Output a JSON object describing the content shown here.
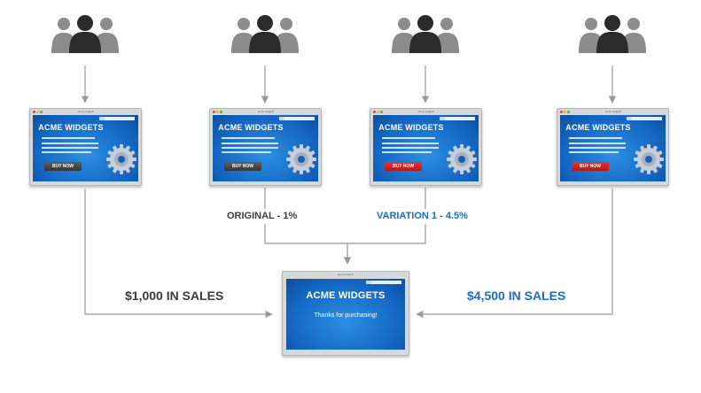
{
  "brand_name": "ACME WIDGETS",
  "address_bar_text": "acme widgets",
  "buy_button_label": "BUY NOW",
  "thanks_text": "Thanks for purchasing!",
  "labels": {
    "original": "ORIGINAL - 1%",
    "variation": "VARIATION 1 - 4.5%",
    "sales_left": "$1,000 IN SALES",
    "sales_right": "$4,500 IN SALES"
  },
  "colors": {
    "blue_accent": "#1c6cc7",
    "dark_text": "#3c3c3c",
    "button_gray": "#4a4a4a",
    "button_red": "#cc2222",
    "screen_blue": "#1466c2"
  },
  "icons": [
    "people-group-icon",
    "gear-icon",
    "arrow-down-icon",
    "arrow-right-icon",
    "arrow-left-icon"
  ]
}
